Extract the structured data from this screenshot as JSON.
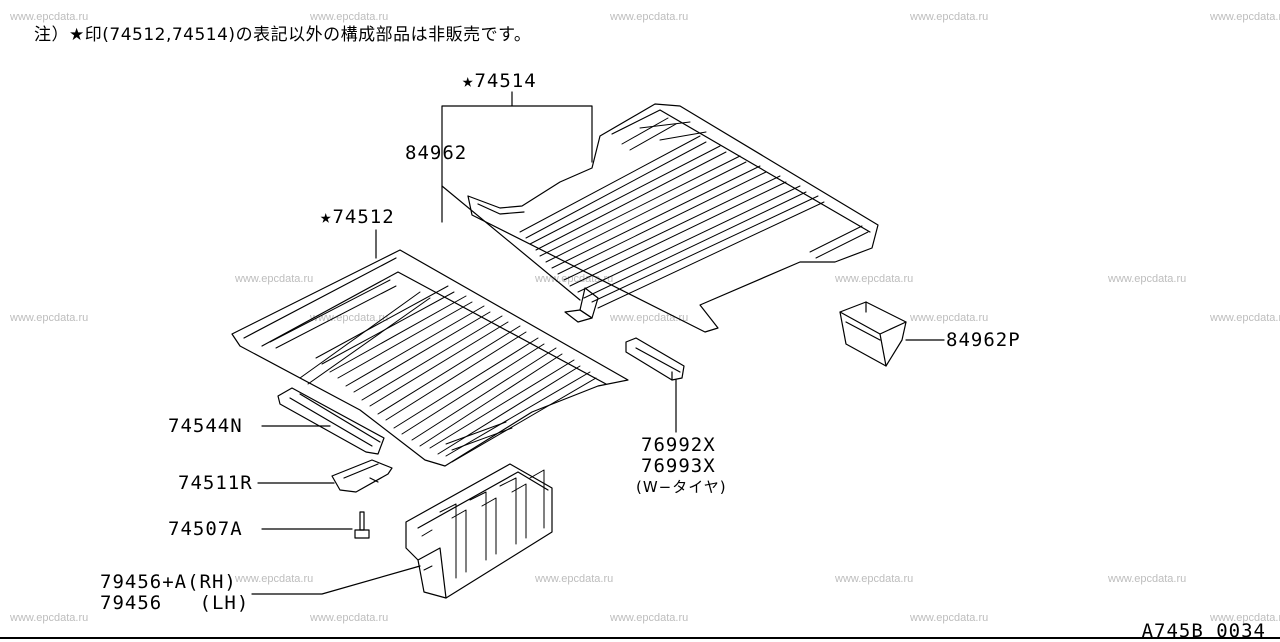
{
  "note": "注）★印(74512,74514)の表記以外の構成部品は非販売です。",
  "labels": {
    "p74514": "★74514",
    "p84962": "84962",
    "p74512": "★74512",
    "p84962p": "84962P",
    "p76992x": "76992X",
    "p76993x": "76993X",
    "w_tire": "(W−タイヤ)",
    "p74544n": "74544N",
    "p74511r": "74511R",
    "p74507a": "74507A",
    "p79456rh": "79456+A(RH)",
    "p79456lh": "79456   (LH)"
  },
  "diagram_code": "A745B 0034",
  "watermark": "www.epcdata.ru"
}
